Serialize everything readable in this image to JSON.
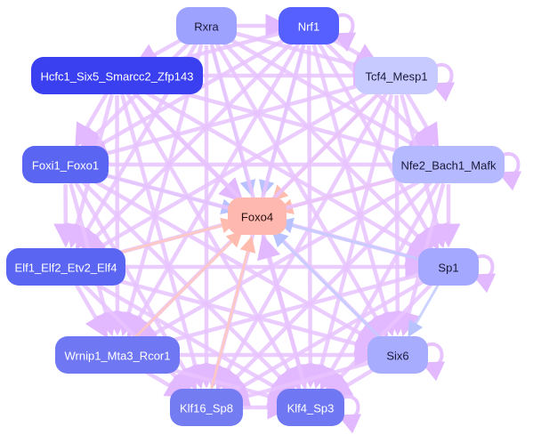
{
  "graph": {
    "nodes": [
      {
        "id": "rxra",
        "label": "Rxra",
        "fill": "#9ea2ff",
        "text": "#1a1a3a"
      },
      {
        "id": "nrf1",
        "label": "Nrf1",
        "fill": "#5560ff",
        "text": "#ffffff"
      },
      {
        "id": "hcfc1",
        "label": "Hcfc1_Six5_Smarcc2_Zfp143",
        "fill": "#3a3ff0",
        "text": "#ffffff"
      },
      {
        "id": "tcf4",
        "label": "Tcf4_Mesp1",
        "fill": "#c7caff",
        "text": "#1a1a3a"
      },
      {
        "id": "foxi1",
        "label": "Foxi1_Foxo1",
        "fill": "#5a66f2",
        "text": "#ffffff"
      },
      {
        "id": "nfe2",
        "label": "Nfe2_Bach1_Mafk",
        "fill": "#b5b9ff",
        "text": "#1a1a3a"
      },
      {
        "id": "foxo4",
        "label": "Foxo4",
        "fill": "#ffb8b0",
        "text": "#2a1010"
      },
      {
        "id": "elf1",
        "label": "Elf1_Elf2_Etv2_Elf4",
        "fill": "#5a66f2",
        "text": "#ffffff"
      },
      {
        "id": "sp1",
        "label": "Sp1",
        "fill": "#a4a8ff",
        "text": "#1a1a3a"
      },
      {
        "id": "wrnip1",
        "label": "Wrnip1_Mta3_Rcor1",
        "fill": "#6f78f2",
        "text": "#ffffff"
      },
      {
        "id": "six6",
        "label": "Six6",
        "fill": "#a8acff",
        "text": "#1a1a3a"
      },
      {
        "id": "klf16",
        "label": "Klf16_Sp8",
        "fill": "#747cf2",
        "text": "#ffffff"
      },
      {
        "id": "klf4",
        "label": "Klf4_Sp3",
        "fill": "#6f78f2",
        "text": "#ffffff"
      }
    ],
    "edges": [
      [
        "rxra",
        "nrf1"
      ],
      [
        "rxra",
        "hcfc1"
      ],
      [
        "rxra",
        "foxo4"
      ],
      [
        "rxra",
        "tcf4"
      ],
      [
        "rxra",
        "nfe2"
      ],
      [
        "rxra",
        "sp1"
      ],
      [
        "rxra",
        "six6"
      ],
      [
        "rxra",
        "klf4"
      ],
      [
        "rxra",
        "klf16"
      ],
      [
        "rxra",
        "wrnip1"
      ],
      [
        "rxra",
        "elf1"
      ],
      [
        "rxra",
        "foxi1"
      ],
      [
        "nrf1",
        "hcfc1"
      ],
      [
        "nrf1",
        "foxo4"
      ],
      [
        "nrf1",
        "tcf4"
      ],
      [
        "nrf1",
        "nfe2"
      ],
      [
        "nrf1",
        "sp1"
      ],
      [
        "nrf1",
        "six6"
      ],
      [
        "nrf1",
        "klf4"
      ],
      [
        "nrf1",
        "klf16"
      ],
      [
        "nrf1",
        "wrnip1"
      ],
      [
        "nrf1",
        "elf1"
      ],
      [
        "nrf1",
        "foxi1"
      ],
      [
        "hcfc1",
        "foxo4"
      ],
      [
        "hcfc1",
        "tcf4"
      ],
      [
        "hcfc1",
        "nfe2"
      ],
      [
        "hcfc1",
        "sp1"
      ],
      [
        "hcfc1",
        "six6"
      ],
      [
        "hcfc1",
        "klf4"
      ],
      [
        "hcfc1",
        "klf16"
      ],
      [
        "hcfc1",
        "wrnip1"
      ],
      [
        "hcfc1",
        "elf1"
      ],
      [
        "hcfc1",
        "foxi1"
      ],
      [
        "tcf4",
        "foxo4"
      ],
      [
        "tcf4",
        "nfe2"
      ],
      [
        "tcf4",
        "sp1"
      ],
      [
        "tcf4",
        "six6"
      ],
      [
        "tcf4",
        "klf4"
      ],
      [
        "tcf4",
        "klf16"
      ],
      [
        "tcf4",
        "wrnip1"
      ],
      [
        "tcf4",
        "elf1"
      ],
      [
        "tcf4",
        "foxi1"
      ],
      [
        "foxi1",
        "foxo4"
      ],
      [
        "foxi1",
        "nfe2"
      ],
      [
        "foxi1",
        "sp1"
      ],
      [
        "foxi1",
        "six6"
      ],
      [
        "foxi1",
        "klf4"
      ],
      [
        "foxi1",
        "klf16"
      ],
      [
        "foxi1",
        "wrnip1"
      ],
      [
        "foxi1",
        "elf1"
      ],
      [
        "nfe2",
        "foxo4"
      ],
      [
        "nfe2",
        "sp1"
      ],
      [
        "nfe2",
        "six6"
      ],
      [
        "nfe2",
        "klf4"
      ],
      [
        "nfe2",
        "klf16"
      ],
      [
        "nfe2",
        "wrnip1"
      ],
      [
        "nfe2",
        "elf1"
      ],
      [
        "elf1",
        "foxo4"
      ],
      [
        "elf1",
        "sp1"
      ],
      [
        "elf1",
        "six6"
      ],
      [
        "elf1",
        "klf4"
      ],
      [
        "elf1",
        "klf16"
      ],
      [
        "elf1",
        "wrnip1"
      ],
      [
        "sp1",
        "foxo4"
      ],
      [
        "sp1",
        "six6"
      ],
      [
        "sp1",
        "klf4"
      ],
      [
        "sp1",
        "klf16"
      ],
      [
        "sp1",
        "wrnip1"
      ],
      [
        "wrnip1",
        "foxo4"
      ],
      [
        "wrnip1",
        "six6"
      ],
      [
        "wrnip1",
        "klf4"
      ],
      [
        "wrnip1",
        "klf16"
      ],
      [
        "six6",
        "foxo4"
      ],
      [
        "six6",
        "klf4"
      ],
      [
        "six6",
        "klf16"
      ],
      [
        "klf16",
        "foxo4"
      ],
      [
        "klf16",
        "klf4"
      ],
      [
        "klf4",
        "foxo4"
      ]
    ],
    "self_loops": [
      "nrf1",
      "tcf4",
      "nfe2",
      "sp1",
      "six6",
      "klf4"
    ],
    "edge_color_default": "#e7c3ff",
    "edge_color_blue": "#c3cbff",
    "edge_color_peach": "#ffc8bd",
    "edge_color_purple": "#c75ef2"
  }
}
